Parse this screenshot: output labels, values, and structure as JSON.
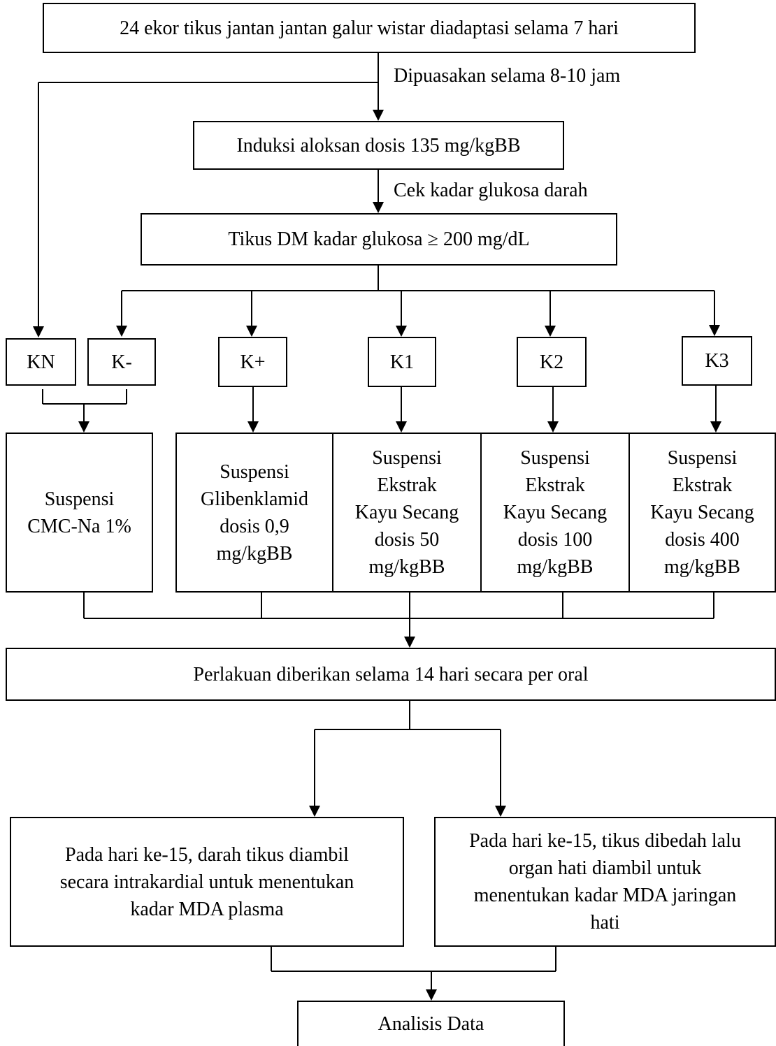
{
  "boxes": {
    "start": "24 ekor tikus jantan jantan galur wistar diadaptasi selama 7 hari",
    "induksi": "Induksi aloksan dosis 135 mg/kgBB",
    "tikus_dm": "Tikus DM kadar glukosa ≥ 200 mg/dL",
    "kn": "KN",
    "kminus": "K-",
    "kplus": "K+",
    "k1": "K1",
    "k2": "K2",
    "k3": "K3",
    "cmc": "Suspensi\nCMC-Na 1%",
    "glib": "Suspensi\nGlibenklamid\ndosis 0,9\nmg/kgBB",
    "ekstrak50": "Suspensi\nEkstrak\nKayu Secang\ndosis 50\nmg/kgBB",
    "ekstrak100": "Suspensi\nEkstrak\nKayu Secang\ndosis 100\nmg/kgBB",
    "ekstrak400": "Suspensi\nEkstrak\nKayu Secang\ndosis 400\nmg/kgBB",
    "perlakuan": "Perlakuan diberikan selama 14 hari secara per oral",
    "plasma": "Pada hari ke-15, darah tikus diambil\nsecara intrakardial untuk menentukan\nkadar MDA plasma",
    "hati": "Pada hari ke-15, tikus dibedah lalu\norgan hati diambil untuk\nmenentukan kadar MDA jaringan\nhati",
    "analisis": "Analisis Data"
  },
  "edge_labels": {
    "dipuasakan": "Dipuasakan selama 8-10 jam",
    "cek_glukosa": "Cek kadar glukosa darah"
  }
}
